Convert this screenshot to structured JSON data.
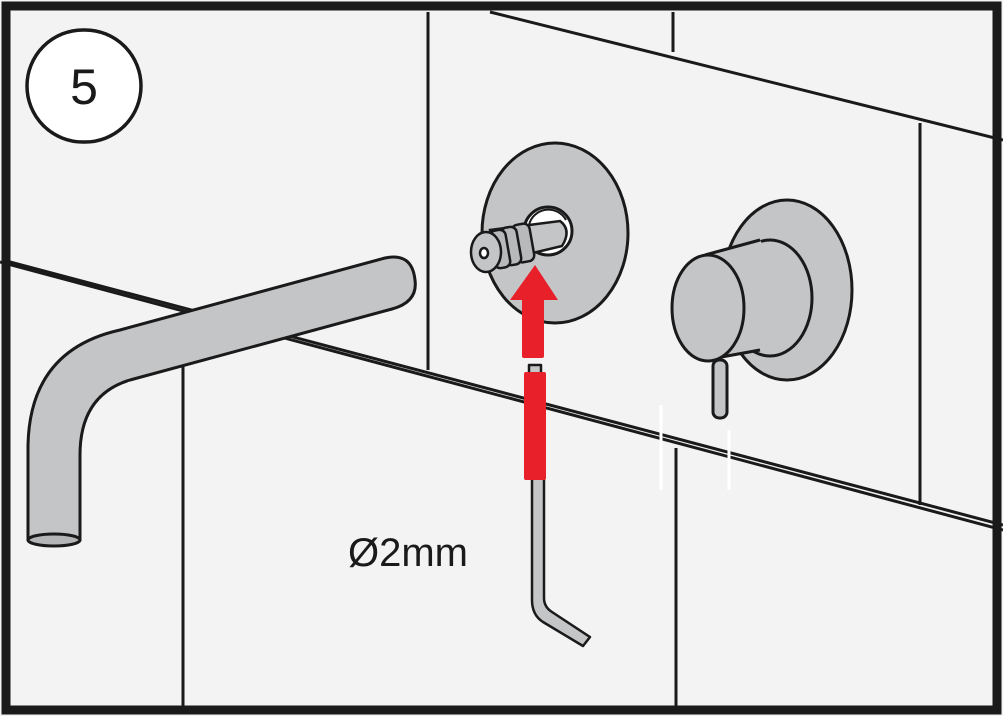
{
  "step": {
    "number": "5"
  },
  "annotation": {
    "tool_size": "Ø2mm"
  },
  "colors": {
    "frame": "#1a1a1a",
    "tile_background": "#f3f3f3",
    "grout": "#1a1a1a",
    "metal": "#c4c5c7",
    "arrow": "#e8202a"
  },
  "parts": [
    {
      "name": "spout-icon"
    },
    {
      "name": "escutcheon-plate-icon"
    },
    {
      "name": "valve-spindle-icon"
    },
    {
      "name": "mixer-handle-icon"
    },
    {
      "name": "allen-key-icon"
    },
    {
      "name": "insert-direction-arrow"
    }
  ]
}
